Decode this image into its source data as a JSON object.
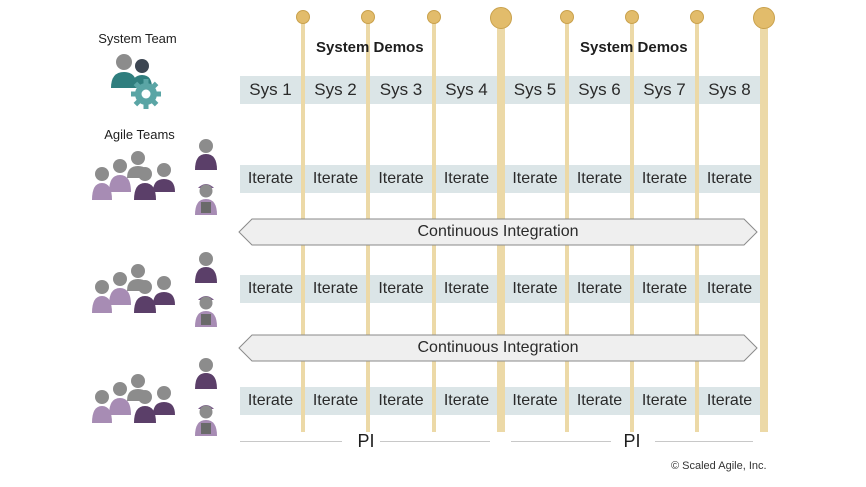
{
  "left": {
    "system_team_label": "System Team",
    "agile_teams_label": "Agile Teams"
  },
  "system_demos": [
    "System Demos",
    "System Demos"
  ],
  "sys_labels": [
    "Sys 1",
    "Sys 2",
    "Sys 3",
    "Sys 4",
    "Sys 5",
    "Sys 6",
    "Sys 7",
    "Sys 8"
  ],
  "iterate_label": "Iterate",
  "continuous_integration_label": "Continuous Integration",
  "pi_labels": [
    "PI",
    "PI"
  ],
  "copyright": "© Scaled Agile, Inc.",
  "colors": {
    "cell_bg": "#dbe5e7",
    "timeline": "#ecd9a7",
    "knob": "#e2bc6b",
    "teal": "#2f7e7e",
    "purple_dark": "#5b3f69",
    "purple_light": "#a78cb4",
    "gray": "#8c8c8c"
  }
}
